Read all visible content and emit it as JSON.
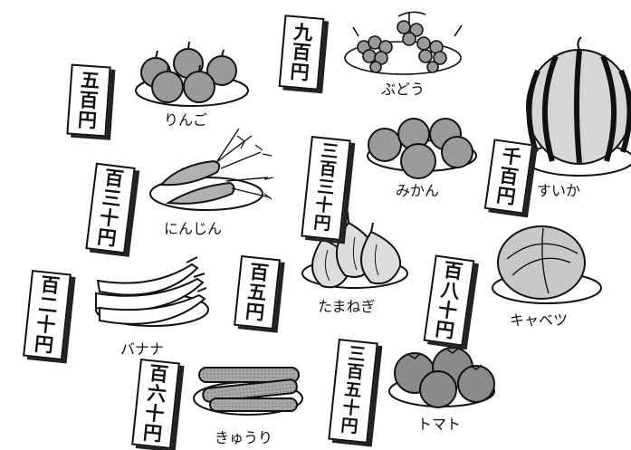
{
  "items": [
    {
      "id": "apple",
      "name": "りんご",
      "price_chars": [
        "五",
        "百",
        "円"
      ]
    },
    {
      "id": "grape",
      "name": "ぶどう",
      "price_chars": [
        "九",
        "百",
        "円"
      ]
    },
    {
      "id": "watermelon",
      "name": "すいか",
      "price_chars": [
        "千",
        "百",
        "円"
      ]
    },
    {
      "id": "mandarin",
      "name": "みかん",
      "price_chars": [
        "三",
        "百",
        "三",
        "十",
        "円"
      ]
    },
    {
      "id": "carrot",
      "name": "にんじん",
      "price_chars": [
        "百",
        "三",
        "十",
        "円"
      ]
    },
    {
      "id": "onion",
      "name": "たまねぎ",
      "price_chars": [
        "百",
        "五",
        "円"
      ]
    },
    {
      "id": "cabbage",
      "name": "キャベツ",
      "price_chars": [
        "百",
        "八",
        "十",
        "円"
      ]
    },
    {
      "id": "banana",
      "name": "バナナ",
      "price_chars": [
        "百",
        "二",
        "十",
        "円"
      ]
    },
    {
      "id": "cucumber",
      "name": "きゅうり",
      "price_chars": [
        "百",
        "六",
        "十",
        "円"
      ]
    },
    {
      "id": "tomato",
      "name": "トマト",
      "price_chars": [
        "三",
        "百",
        "五",
        "十",
        "円"
      ]
    }
  ]
}
